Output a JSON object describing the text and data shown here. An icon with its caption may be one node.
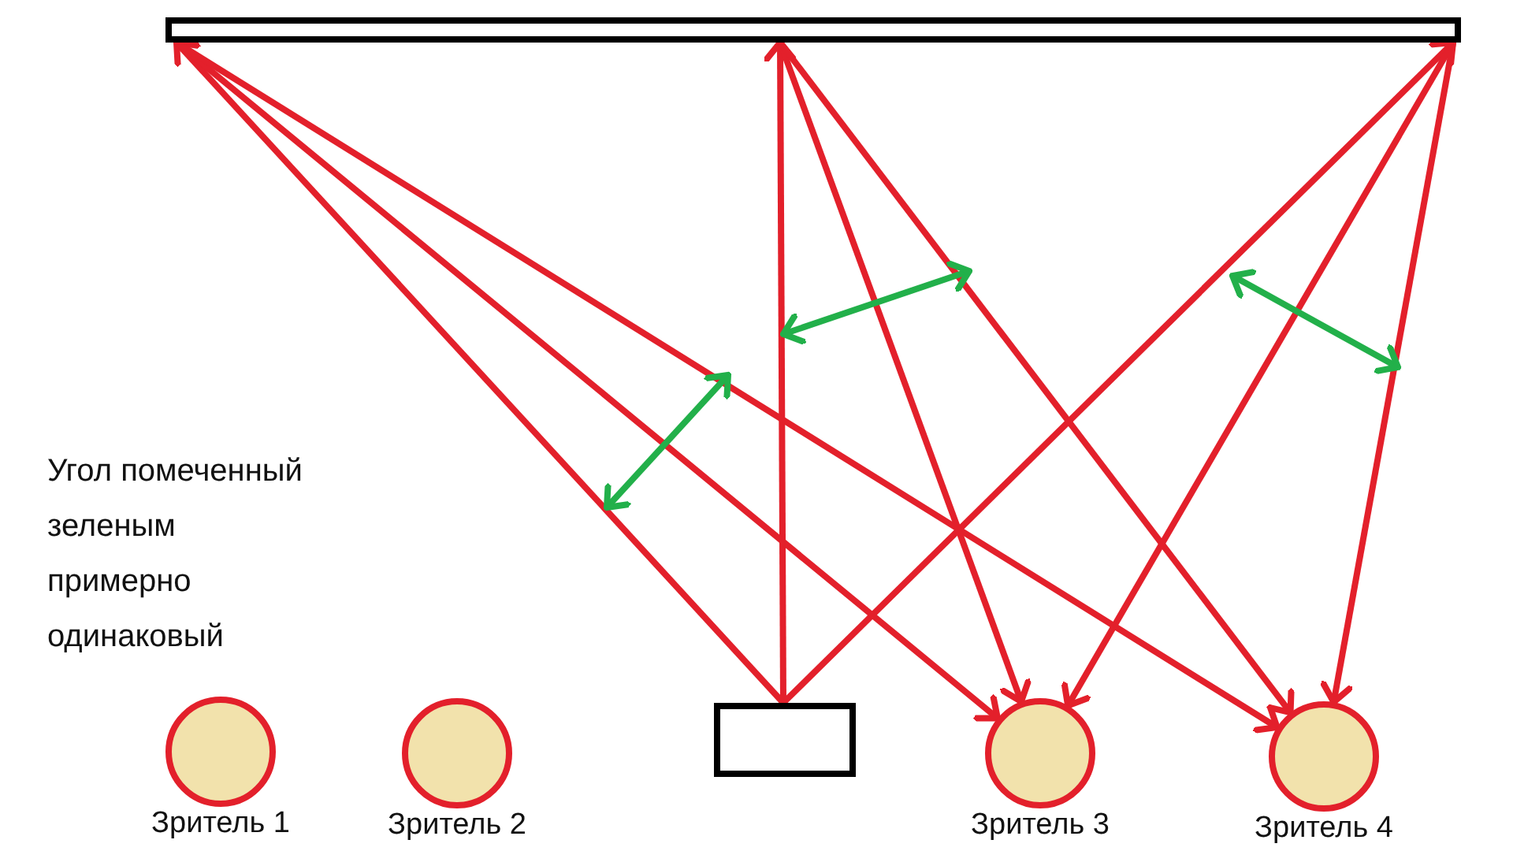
{
  "diagram": {
    "nodes": [
      {
        "text": [],
        "shape": "bar"
      },
      {
        "text": [],
        "shape": "box"
      },
      {
        "text": [
          "Зритель 1"
        ]
      },
      {
        "text": [
          "Зритель 2"
        ]
      },
      {
        "text": [
          "Зритель 3"
        ]
      },
      {
        "text": [
          "Зритель 4"
        ]
      }
    ],
    "edges": [
      {
        "from": 1,
        "to": 0,
        "arrow": "to"
      },
      {
        "from": 1,
        "to": 0,
        "arrow": "to"
      },
      {
        "from": 1,
        "to": 0,
        "arrow": "to"
      },
      {
        "from": 0,
        "to": 4,
        "arrow": "to"
      },
      {
        "from": 0,
        "to": 5,
        "arrow": "to"
      },
      {
        "from": 0,
        "to": 4,
        "arrow": "to"
      },
      {
        "from": 0,
        "to": 5,
        "arrow": "to"
      },
      {
        "from": 0,
        "to": 4,
        "arrow": "to"
      },
      {
        "from": 0,
        "to": 5,
        "arrow": "to"
      }
    ],
    "labels": [
      "Угол помеченный зеленым примерно одинаковый"
    ]
  }
}
